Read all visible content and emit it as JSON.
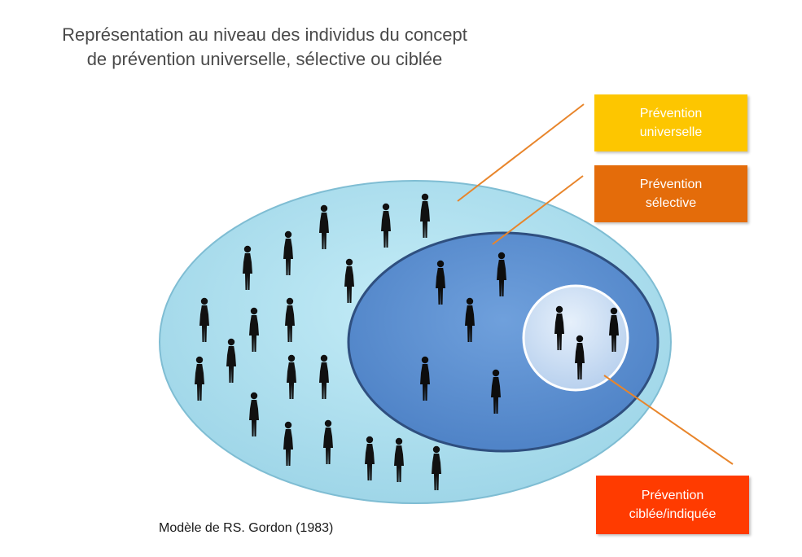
{
  "title": {
    "line1": "Représentation au niveau des individus du concept",
    "line2": "de prévention universelle, sélective ou ciblée"
  },
  "labels": {
    "universelle": {
      "line1": "Prévention",
      "line2": "universelle",
      "color": "#fdc600"
    },
    "selective": {
      "line1": "Prévention",
      "line2": "sélective",
      "color": "#e46c0a"
    },
    "ciblee": {
      "line1": "Prévention",
      "line2": "ciblée/indiquée",
      "color": "#ff3b00"
    }
  },
  "credit": "Modèle de RS. Gordon (1983)",
  "colors": {
    "outer_ellipse": "#a8dcec",
    "middle_ellipse": "#5b8fd1",
    "inner_circle": "#c6dbf2",
    "leader_line": "#e8852b",
    "silhouette": "#111111"
  }
}
